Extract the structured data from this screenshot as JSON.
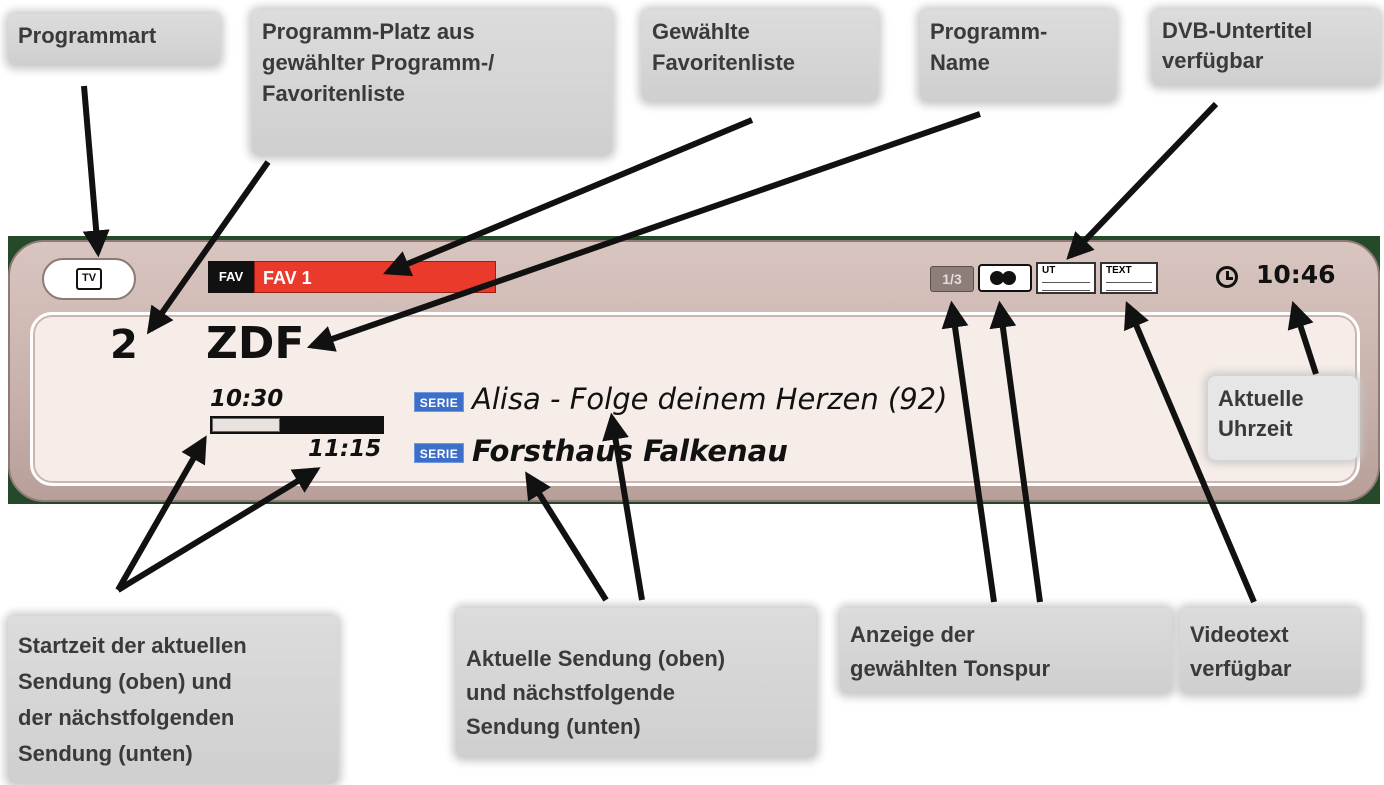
{
  "callouts": {
    "programmart": "Programmart",
    "programmplatz": "Programm-Platz aus\ngewählter Programm-/\nFavoritenliste",
    "favoritenliste": "Gewählte\nFavoritenliste",
    "programmname": "Programm-\nName",
    "dvb_untertitel": "DVB-Untertitel\nverfügbar",
    "uhrzeit": "Aktuelle\nUhrzeit",
    "startzeit": "Startzeit der aktuellen\nSendung (oben) und\nder nächstfolgenden\nSendung (unten)",
    "sendung": "Aktuelle Sendung (oben)\nund nächstfolgende\nSendung (unten)",
    "tonspur": "Anzeige der\ngewählten Tonspur",
    "videotext": "Videotext\nverfügbar"
  },
  "infobar": {
    "tv_icon_label": "TV",
    "fav_badge": "FAV",
    "fav_list": "FAV 1",
    "audio_track": "1/3",
    "ut_label": "UT",
    "text_label": "TEXT",
    "clock": "10:46",
    "channel_number": "2",
    "channel_name": "ZDF",
    "current": {
      "start": "10:30",
      "end": "11:15",
      "genre": "SERIE",
      "title": "Alisa - Folge deinem Herzen (92)"
    },
    "next": {
      "genre": "SERIE",
      "title": "Forsthaus Falkenau"
    },
    "progress_fraction": 0.4
  },
  "colors": {
    "fav_red": "#e93a2c",
    "serie_blue": "#3d6ec8",
    "bar_pink": "#d9c5c0",
    "callout_gray": "#d4d4d4"
  }
}
